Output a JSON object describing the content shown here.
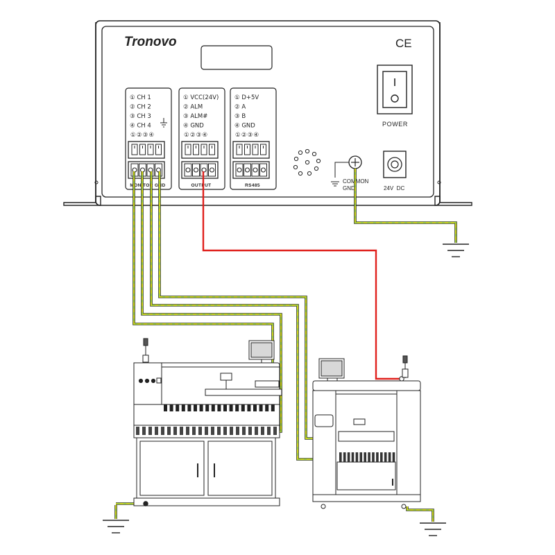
{
  "device": {
    "brand": "Tronovo",
    "ce_mark": "CE",
    "power_label": "POWER",
    "dc_label": "24V  DC",
    "common_gnd_line1": "COMMON",
    "common_gnd_line2": "GND"
  },
  "connectors": [
    {
      "items": [
        "① CH 1",
        "② CH 2",
        "③ CH 3",
        "④ CH 4"
      ],
      "pin_labels": "①②③④",
      "label": "MONITOR GND"
    },
    {
      "items": [
        "① VCC(24V)",
        "② ALM",
        "③ ALM#",
        "④ GND"
      ],
      "pin_labels": "①②③④",
      "label": "OUTPUT"
    },
    {
      "items": [
        "① D+5V",
        "② A",
        "③ B",
        "④ GND"
      ],
      "pin_labels": "①②③④",
      "label": "RS485"
    }
  ],
  "wiring": {
    "ground_wire_color": "#9fcc3b",
    "ground_wire_stripe": "#f0d800",
    "alarm_wire_color": "#e0201c",
    "outline_color": "#222222"
  },
  "icons": [
    "ground-icon",
    "speaker-grille-icon",
    "screw-terminal-icon",
    "rocker-switch-icon",
    "dc-jack-icon"
  ]
}
